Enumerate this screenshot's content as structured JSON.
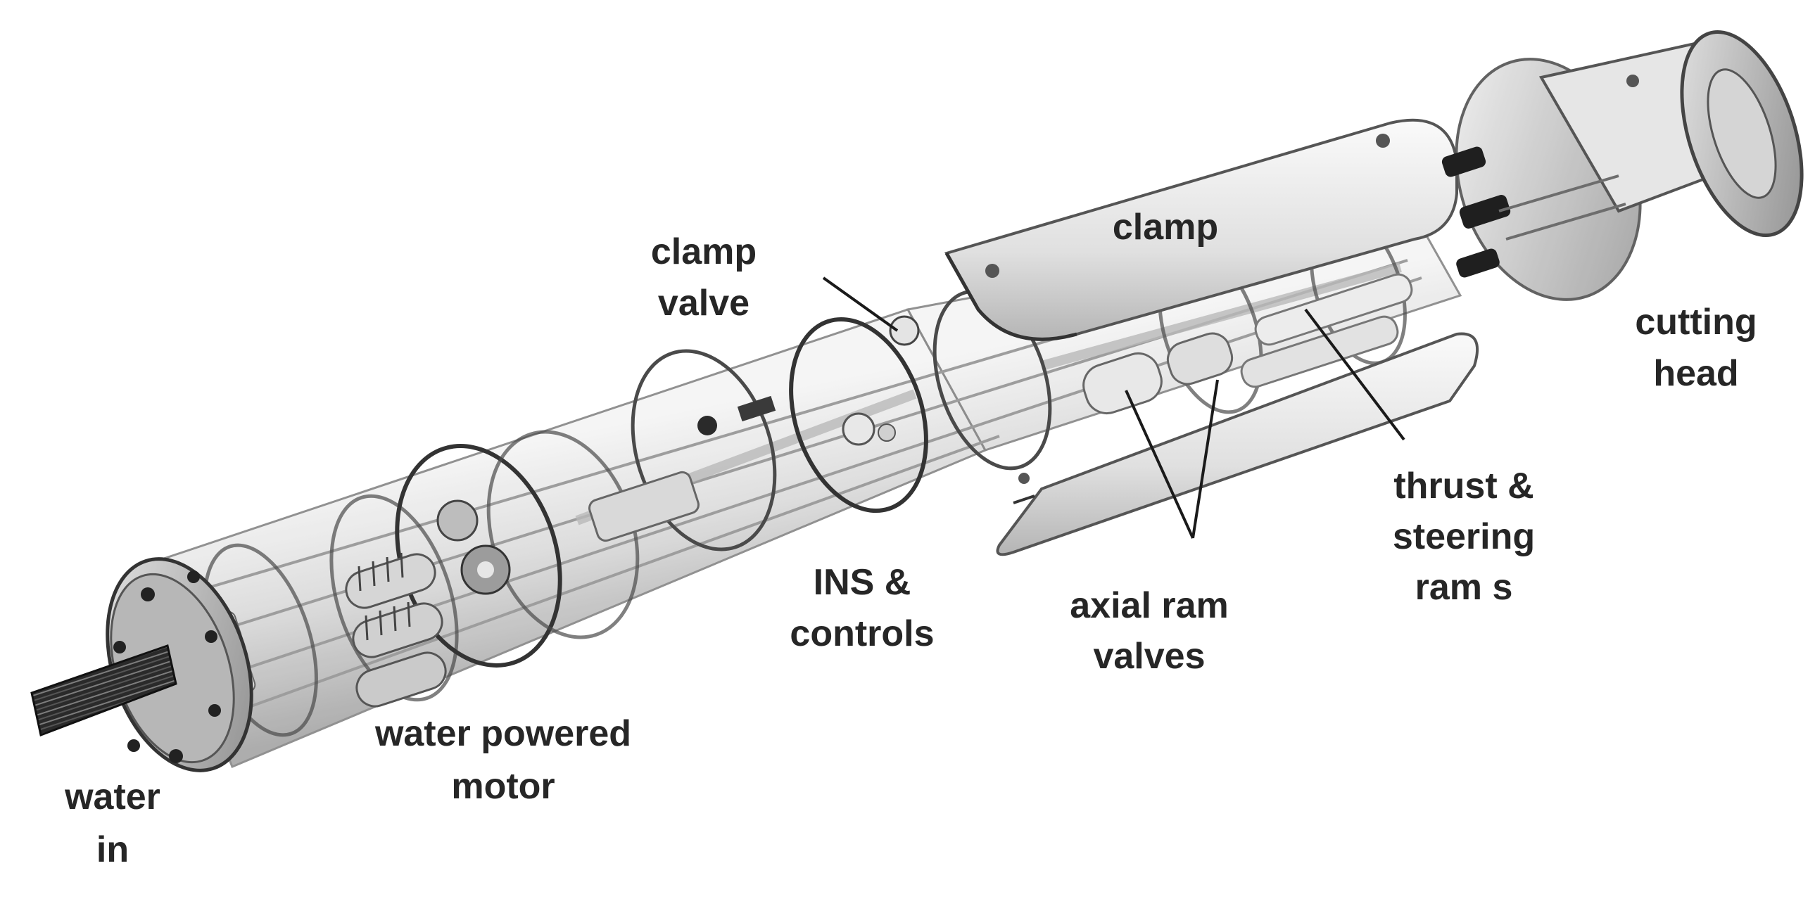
{
  "labels": {
    "clamp": "clamp",
    "clamp_valve": [
      "clamp",
      "valve"
    ],
    "cutting_head": [
      "cutting",
      "head"
    ],
    "thrust_steering": [
      "thrust &",
      "steering",
      "ram s"
    ],
    "axial_ram_valves": [
      "axial ram",
      "valves"
    ],
    "ins_controls": [
      "INS &",
      "controls"
    ],
    "water_motor": [
      "water powered",
      "motor"
    ],
    "water_in": [
      "water",
      "in"
    ]
  },
  "colors": {
    "background": "#ffffff",
    "text": "#262626",
    "shell_light": "#eeeeee",
    "shell_mid": "#c8c8c8",
    "shell_dark": "#7a7a7a",
    "line": "#1a1a1a"
  }
}
